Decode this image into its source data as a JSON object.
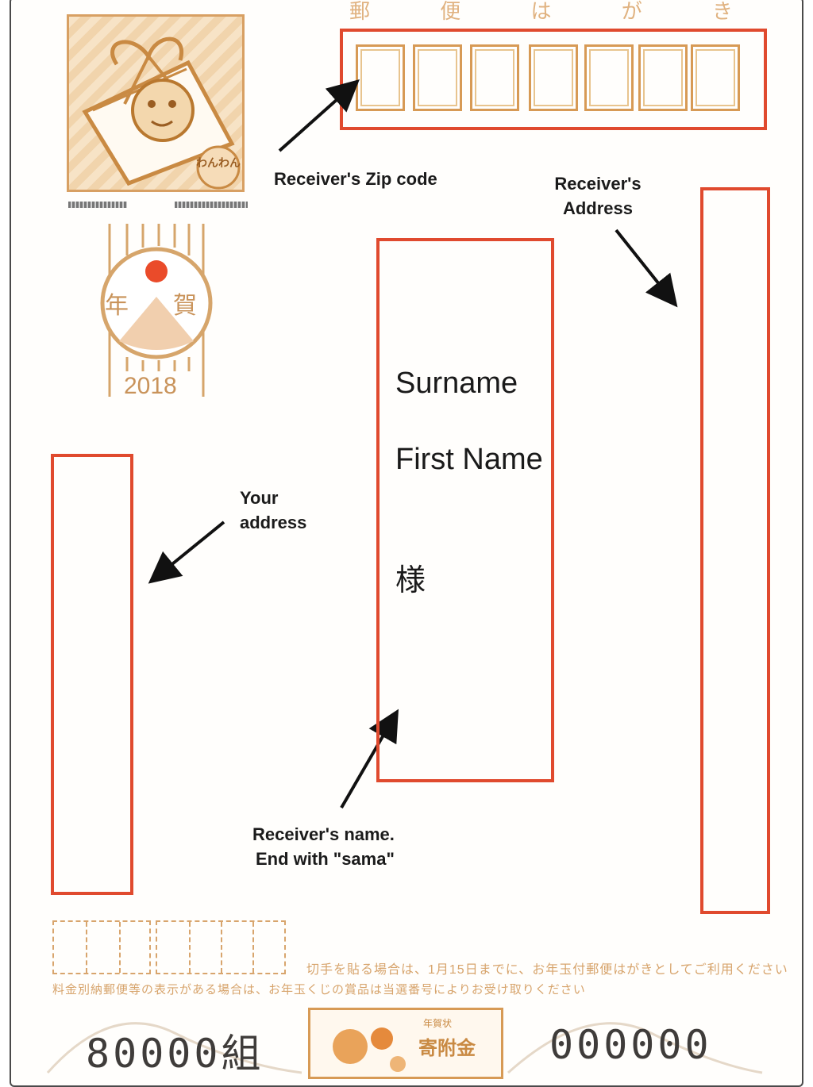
{
  "header": {
    "text": "郵 便 は が き"
  },
  "stamp": {
    "icon": "new-year-gift-stamp-icon",
    "caption": "わんわん"
  },
  "postmark": {
    "left_char": "年",
    "right_char": "賀",
    "year": "2018",
    "icon": "mount-fuji-postmark-icon"
  },
  "labels": {
    "zip": "Receiver's Zip code",
    "address_line1": "Receiver's",
    "address_line2": "Address",
    "your_line1": "Your",
    "your_line2": "address",
    "name_line1": "Receiver's name.",
    "name_line2": "End with \"sama\""
  },
  "name_box": {
    "surname": "Surname",
    "first_name": "First Name",
    "honorific": "様"
  },
  "footer": {
    "fine_print_1": "切手を貼る場合は、1月15日までに、お年玉付郵便はがきとしてご利用ください",
    "fine_print_2": "料金別納郵便等の表示がある場合は、お年玉くじの賞品は当選番号によりお受け取りください",
    "lottery_left": "80000組",
    "lottery_right": "000000",
    "center_label": "年賀状",
    "center_value": "寄附金"
  },
  "colors": {
    "frame_red": "#e04a2e",
    "gold": "#d79a55"
  }
}
